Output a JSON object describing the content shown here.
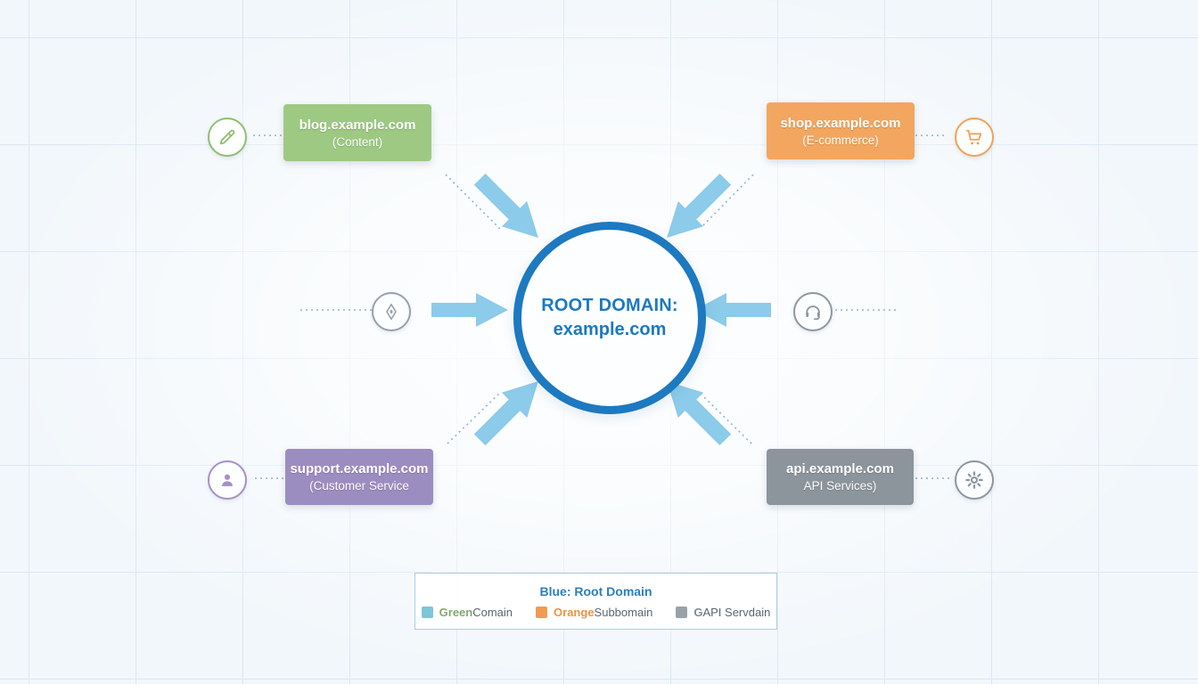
{
  "colors": {
    "bg": "#f2f7fb",
    "grid": "#dbe7f1",
    "center-border": "#1d79c0",
    "center-text": "#1d79c0",
    "arrow": "#8ccbe9",
    "dotted": "#8fb3cf",
    "legend-border": "#a9cde2",
    "legend-title": "#2c7fc0"
  },
  "center": {
    "line1": "ROOT DOMAIN:",
    "line2": "example.com"
  },
  "nodes": {
    "blog": {
      "title": "blog.example.com",
      "subtitle": "(Content)",
      "color": "#9dc983",
      "icon_color": "#8fbf72",
      "icon": "pen-icon"
    },
    "shop": {
      "title": "shop.example.com",
      "subtitle": "(E-commerce)",
      "color": "#f2a65f",
      "icon_color": "#f0a258",
      "icon": "cart-icon"
    },
    "support": {
      "title": "support.example.com",
      "subtitle": "(Customer Service",
      "color": "#9c8dc0",
      "icon_color": "#a88fc7",
      "icon": "person-icon"
    },
    "api": {
      "title": "api.example.com",
      "subtitle": "API Services)",
      "color": "#8c949c",
      "icon_color": "#8d959d",
      "icon": "gear-icon"
    }
  },
  "side_icons": {
    "left": {
      "icon": "navigation-diamond-icon",
      "color": "#96a1ab"
    },
    "right": {
      "icon": "headset-icon",
      "color": "#8d979f"
    }
  },
  "legend": {
    "title": "Blue: Root Domain",
    "items": [
      {
        "swatch": "#7cc6d8",
        "word": "Green",
        "word_color": "#84a871",
        "rest": " Comain"
      },
      {
        "swatch": "#f09b50",
        "word": "Orange",
        "word_color": "#ec9440",
        "rest": " Subbomain"
      },
      {
        "swatch": "#99a1a8",
        "word": "G",
        "word_color": "#808a93",
        "rest": " API Servdain"
      }
    ]
  }
}
